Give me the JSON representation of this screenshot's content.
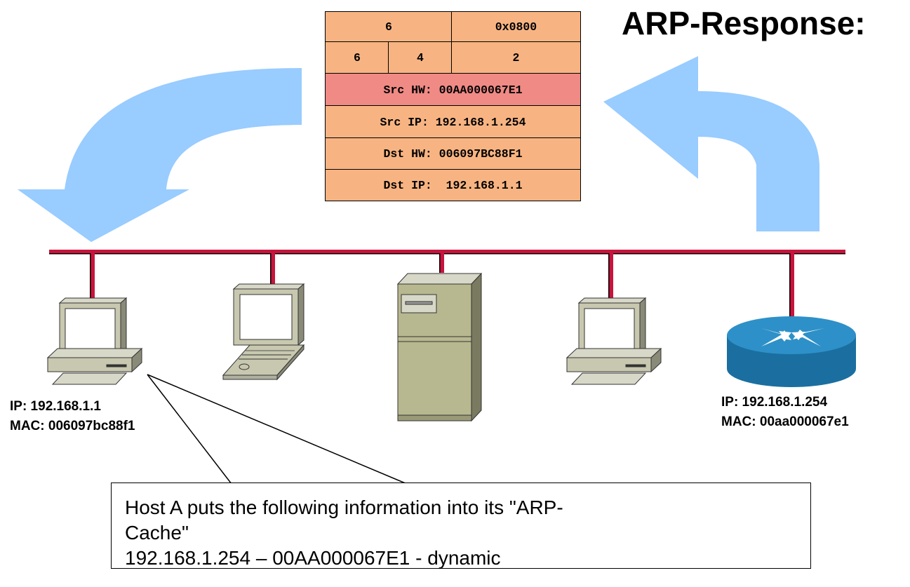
{
  "title": "ARP-Response:",
  "packet": {
    "row1": {
      "hw_len": "6",
      "proto_type": "0x0800"
    },
    "row2": {
      "hw_size": "6",
      "proto_size": "4",
      "opcode": "2"
    },
    "src_hw": "Src HW: 00AA000067E1",
    "src_ip": "Src IP: 192.168.1.254",
    "dst_hw": "Dst HW: 006097BC88F1",
    "dst_ip": "Dst IP:  192.168.1.1"
  },
  "host_a": {
    "ip": "IP: 192.168.1.1",
    "mac": "MAC: 006097bc88f1"
  },
  "router": {
    "ip": "IP: 192.168.1.254",
    "mac": "MAC: 00aa000067e1"
  },
  "callout": {
    "line1": "Host A puts the following information into its \"ARP-",
    "line2": "Cache\"",
    "line3": "192.168.1.254 – 00AA000067E1 - dynamic"
  },
  "colors": {
    "arrow": "#99ccff",
    "bus": "#c8143c",
    "packet_fill": "#f7b482",
    "packet_highlight": "#f08a85",
    "router_body": "#1a7fb5"
  }
}
